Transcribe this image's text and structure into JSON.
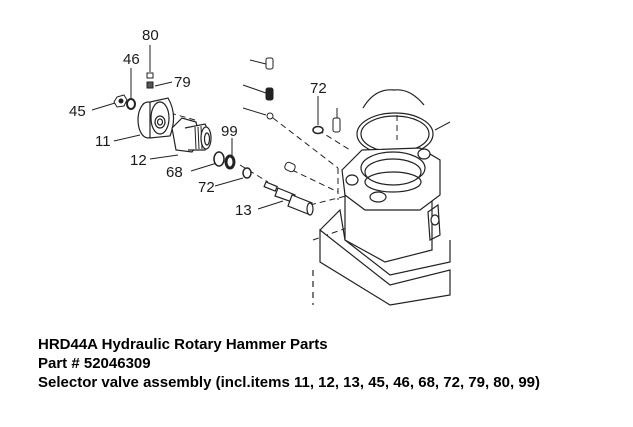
{
  "diagram": {
    "callouts": {
      "c80": "80",
      "c46": "46",
      "c79": "79",
      "c45": "45",
      "c11": "11",
      "c12": "12",
      "c68": "68",
      "c99": "99",
      "c72a": "72",
      "c13": "13",
      "c72b": "72"
    }
  },
  "caption": {
    "title": "HRD44A Hydraulic Rotary Hammer Parts",
    "part_number": "Part # 52046309",
    "description": "Selector valve assembly (incl.items 11, 12, 13, 45, 46, 68, 72, 79, 80, 99)"
  }
}
